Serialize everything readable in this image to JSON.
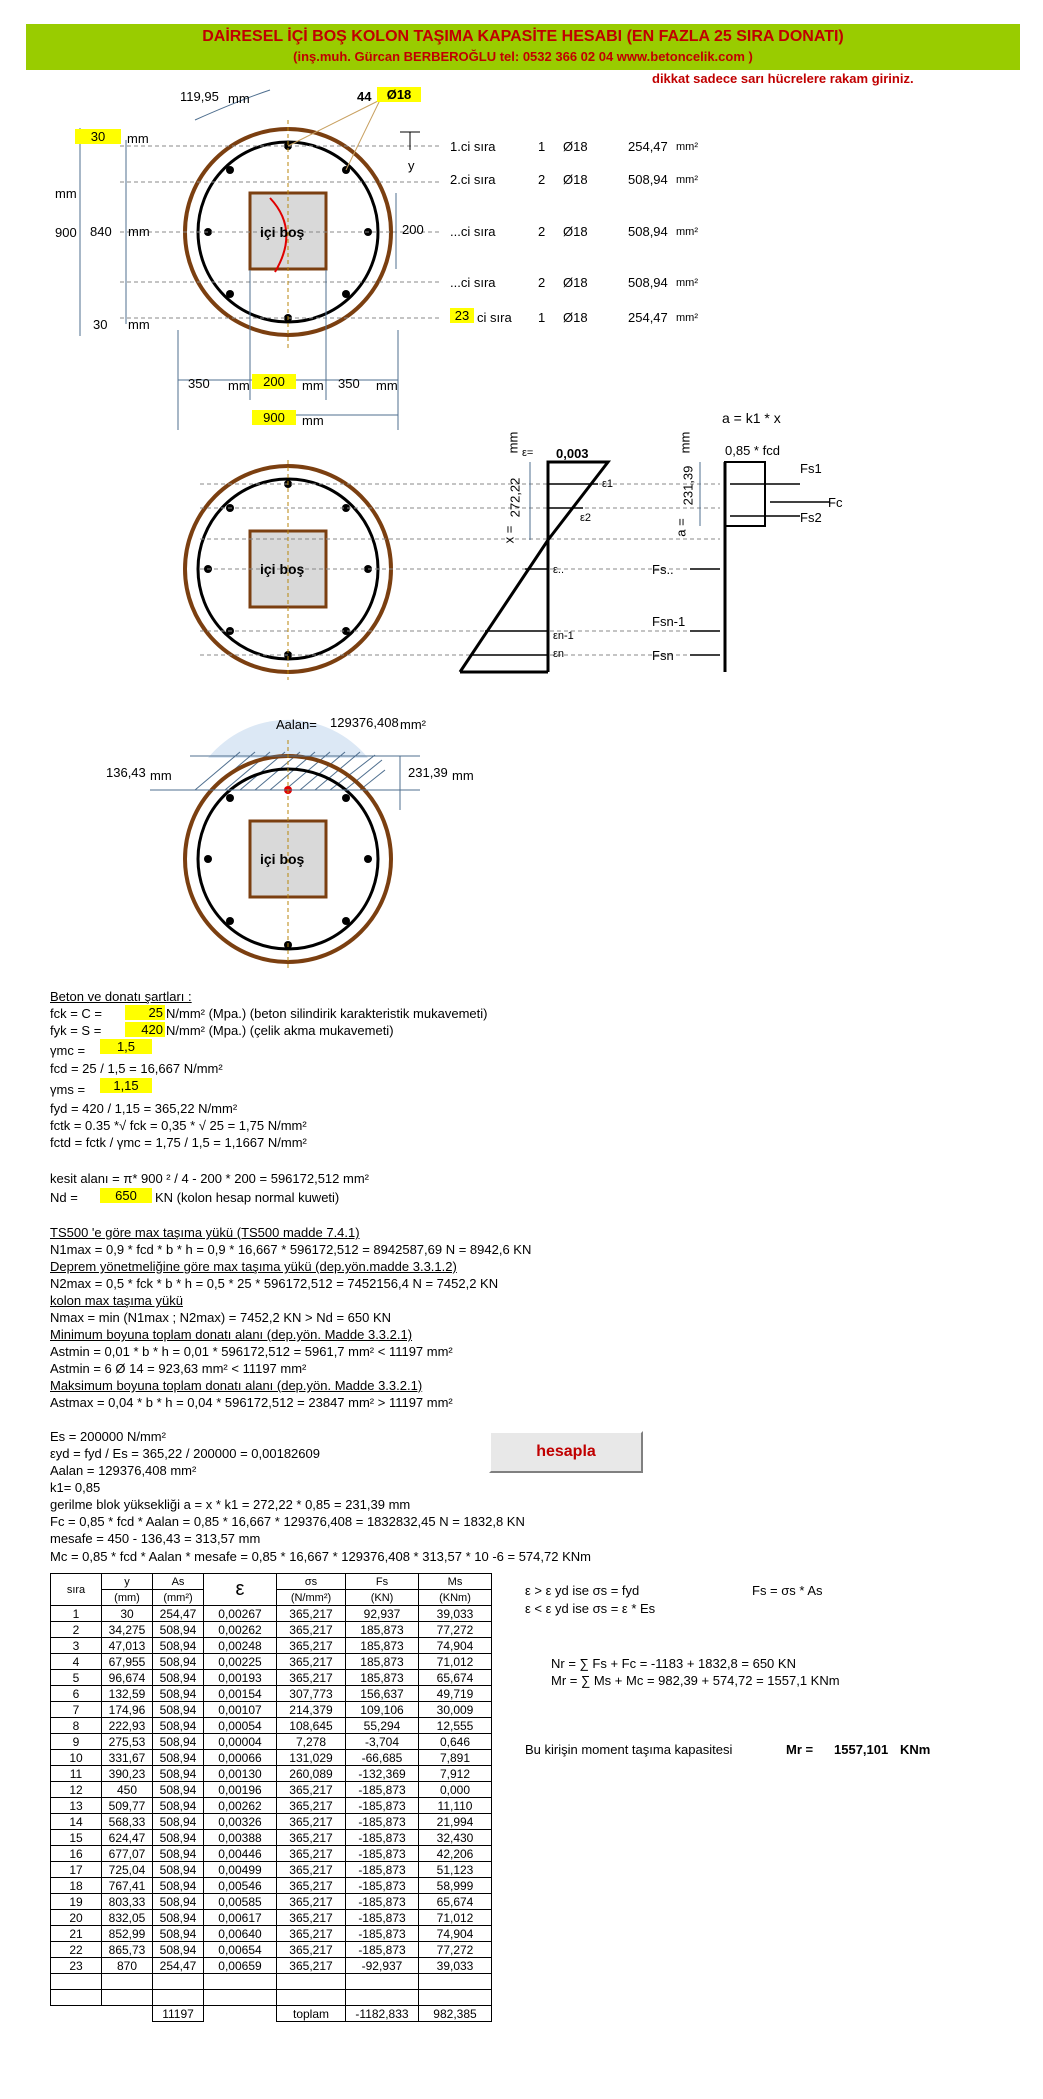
{
  "header": {
    "title": "DAİRESEL İÇİ BOŞ KOLON TAŞIMA KAPASİTE HESABI (EN FAZLA 25 SIRA DONATI)",
    "subtitle": "(inş.muh. Gürcan BERBEROĞLU tel: 0532 366 02 04    www.betoncelik.com )",
    "warning": "dikkat sadece sarı hücrelere rakam giriniz."
  },
  "drawing1": {
    "angle": "119,95",
    "angle_unit": "mm",
    "bars_count": "44",
    "bar_dia": "Ø18",
    "cover_top": "30",
    "cover_bottom": "30",
    "inner": "840",
    "total": "900",
    "unit": "mm",
    "hole_h": "200",
    "hole_label": "içi boş",
    "y_label": "y",
    "bottom_left": "350",
    "bottom_mid": "200",
    "bottom_right": "350",
    "bottom_total": "900",
    "rows": [
      {
        "label": "1.ci sıra",
        "n": "1",
        "dia": "Ø18",
        "area": "254,47",
        "unit": "mm²"
      },
      {
        "label": "2.ci sıra",
        "n": "2",
        "dia": "Ø18",
        "area": "508,94",
        "unit": "mm²"
      },
      {
        "label": "...ci sıra",
        "n": "2",
        "dia": "Ø18",
        "area": "508,94",
        "unit": "mm²"
      },
      {
        "label": "...ci sıra",
        "n": "2",
        "dia": "Ø18",
        "area": "508,94",
        "unit": "mm²"
      },
      {
        "label": "ci sıra",
        "prefix": "23",
        "n": "1",
        "dia": "Ø18",
        "area": "254,47",
        "unit": "mm²"
      }
    ]
  },
  "drawing2": {
    "formula": "a = k1 * x",
    "fcd_label": "0,85 * fcd",
    "eps_label": "ε=",
    "eps_val": "0,003",
    "x_val": "272,22",
    "a_val": "231,39",
    "x_label": "x =",
    "a_label": "a =",
    "mm": "mm",
    "e1": "ε1",
    "e2": "ε2",
    "edots": "ε..",
    "en1": "εn-1",
    "en": "εn",
    "fs1": "Fs1",
    "fc": "Fc",
    "fs2": "Fs2",
    "fsdots": "Fs..",
    "fsn1": "Fsn-1",
    "fsn": "Fsn",
    "hole_label": "içi boş"
  },
  "drawing3": {
    "area_label": "Aalan=",
    "area_val": "129376,408",
    "area_unit": "mm²",
    "left": "136,43",
    "right": "231,39",
    "mm": "mm",
    "hole_label": "içi boş"
  },
  "calc": [
    {
      "t": "Beton ve donatı şartları :",
      "u": true
    },
    {
      "t": "fck = C =",
      "y": "25",
      "r": "N/mm² (Mpa.) (beton silindirik karakteristik mukavemeti)"
    },
    {
      "t": "fyk = S =",
      "y": "420",
      "r": "N/mm² (Mpa.) (çelik akma mukavemeti)"
    },
    {
      "t": "γmc =",
      "y": "1,5",
      "r": ""
    },
    {
      "t": "fcd =       25   /       1,5       =     16,667   N/mm²"
    },
    {
      "t": "γms =",
      "y": "1,15",
      "r": ""
    },
    {
      "t": "fyd =         420      /       1,15      =    365,22   N/mm²"
    },
    {
      "t": "fctk = 0.35 *√ fck =       0,35     * √   25     =     1,75     N/mm²"
    },
    {
      "t": "fctd = fctk / γmc =            1,75      /         1,5        =   1,1667   N/mm²"
    },
    {
      "t": ""
    },
    {
      "t": "kesit alanı =   π*    900     ² /      4   -     200      *       200      =    596172,512  mm²"
    },
    {
      "t": "Nd =",
      "y": "650",
      "r": "KN          (kolon hesap normal kuweti)"
    },
    {
      "t": ""
    },
    {
      "t": "TS500 'e göre max taşıma yükü (TS500 madde 7.4.1)",
      "u": true
    },
    {
      "t": "N1max = 0,9 * fcd *  b * h =        0,9      *    16,667    *    596172,512    =    8942587,69   N      =    8942,6   KN"
    },
    {
      "t": "Deprem yönetmeliğine göre max taşıma yükü (dep.yön.madde 3.3.1.2)",
      "u": true
    },
    {
      "t": "N2max = 0,5 * fck *  b * h =        0,5      *       25       *    596172,512    =    7452156,4    N      =    7452,2   KN"
    },
    {
      "t": "kolon max taşıma yükü",
      "u": true
    },
    {
      "t": "Nmax = min (N1max ; N2max) =     7452,2   KN     >      Nd =        650      KN"
    },
    {
      "t": "Minimum boyuna toplam donatı alanı (dep.yön. Madde 3.3.2.1)",
      "u": true
    },
    {
      "t": "Astmin = 0,01 * b * h =         0,01       *    596172,512  =     5961,7   mm²      <      11197   mm²"
    },
    {
      "t": "Astmin = 6 Ø 14 =        923,63   mm²       <       11197   mm²"
    },
    {
      "t": "Maksimum boyuna toplam donatı alanı (dep.yön. Madde 3.3.2.1)",
      "u": true
    },
    {
      "t": "Astmax = 0,04 * b * h =         0,04      *    596172,512    =      23847    mm²      >      11197   mm²"
    },
    {
      "t": ""
    },
    {
      "t": "Es =             200000      N/mm²"
    },
    {
      "t": "εyd = fyd / Es =   365,22    /        200000        =    0,00182609"
    },
    {
      "t": "Aalan =  129376,408  mm²"
    },
    {
      "t": "k1=   0,85"
    },
    {
      "t": "gerilme blok yüksekliği    a = x * k1 =     272,22     *       0,85      =     231,39   mm"
    },
    {
      "t": "Fc = 0,85 * fcd * Aalan =     0,85      *     16,667     *    129376,408    =    1832832,45   N      =     1832,8   KN"
    },
    {
      "t": "mesafe =           450     -     136,43    =     313,57    mm"
    },
    {
      "t": "Mc = 0,85 * fcd * Aalan * mesafe =  0,85 *  16,667    *    129376,408     *    313,57  * 10 -6  =        574,72   KNm"
    }
  ],
  "button": {
    "label": "hesapla"
  },
  "table": {
    "headers": [
      "sıra",
      "y",
      "As",
      "ε",
      "σs",
      "Fs",
      "Ms"
    ],
    "units": [
      "",
      "(mm)",
      "(mm²)",
      "",
      "(N/mm²)",
      "(KN)",
      "(KNm)"
    ],
    "rows": [
      [
        "1",
        "30",
        "254,47",
        "0,00267",
        "365,217",
        "92,937",
        "39,033"
      ],
      [
        "2",
        "34,275",
        "508,94",
        "0,00262",
        "365,217",
        "185,873",
        "77,272"
      ],
      [
        "3",
        "47,013",
        "508,94",
        "0,00248",
        "365,217",
        "185,873",
        "74,904"
      ],
      [
        "4",
        "67,955",
        "508,94",
        "0,00225",
        "365,217",
        "185,873",
        "71,012"
      ],
      [
        "5",
        "96,674",
        "508,94",
        "0,00193",
        "365,217",
        "185,873",
        "65,674"
      ],
      [
        "6",
        "132,59",
        "508,94",
        "0,00154",
        "307,773",
        "156,637",
        "49,719"
      ],
      [
        "7",
        "174,96",
        "508,94",
        "0,00107",
        "214,379",
        "109,106",
        "30,009"
      ],
      [
        "8",
        "222,93",
        "508,94",
        "0,00054",
        "108,645",
        "55,294",
        "12,555"
      ],
      [
        "9",
        "275,53",
        "508,94",
        "0,00004",
        "7,278",
        "-3,704",
        "0,646"
      ],
      [
        "10",
        "331,67",
        "508,94",
        "0,00066",
        "131,029",
        "-66,685",
        "7,891"
      ],
      [
        "11",
        "390,23",
        "508,94",
        "0,00130",
        "260,089",
        "-132,369",
        "7,912"
      ],
      [
        "12",
        "450",
        "508,94",
        "0,00196",
        "365,217",
        "-185,873",
        "0,000"
      ],
      [
        "13",
        "509,77",
        "508,94",
        "0,00262",
        "365,217",
        "-185,873",
        "11,110"
      ],
      [
        "14",
        "568,33",
        "508,94",
        "0,00326",
        "365,217",
        "-185,873",
        "21,994"
      ],
      [
        "15",
        "624,47",
        "508,94",
        "0,00388",
        "365,217",
        "-185,873",
        "32,430"
      ],
      [
        "16",
        "677,07",
        "508,94",
        "0,00446",
        "365,217",
        "-185,873",
        "42,206"
      ],
      [
        "17",
        "725,04",
        "508,94",
        "0,00499",
        "365,217",
        "-185,873",
        "51,123"
      ],
      [
        "18",
        "767,41",
        "508,94",
        "0,00546",
        "365,217",
        "-185,873",
        "58,999"
      ],
      [
        "19",
        "803,33",
        "508,94",
        "0,00585",
        "365,217",
        "-185,873",
        "65,674"
      ],
      [
        "20",
        "832,05",
        "508,94",
        "0,00617",
        "365,217",
        "-185,873",
        "71,012"
      ],
      [
        "21",
        "852,99",
        "508,94",
        "0,00640",
        "365,217",
        "-185,873",
        "74,904"
      ],
      [
        "22",
        "865,73",
        "508,94",
        "0,00654",
        "365,217",
        "-185,873",
        "77,272"
      ],
      [
        "23",
        "870",
        "254,47",
        "0,00659",
        "365,217",
        "-92,937",
        "39,033"
      ],
      [
        "",
        "",
        "",
        "",
        "",
        "",
        ""
      ],
      [
        "",
        "",
        "",
        "",
        "",
        "",
        ""
      ]
    ],
    "totals": [
      "",
      "",
      "11197",
      "",
      "toplam",
      "-1182,833",
      "982,385"
    ]
  },
  "right": {
    "rule1": "ε  >  ε yd    ise    σs = fyd",
    "rule1b": "Fs = σs * As",
    "rule2": "ε  <  ε yd    ise    σs = ε * Es",
    "nr": "Nr = ∑ Fs + Fc =          -1183     +    1832,8    =       650      KN",
    "mr": "Mr = ∑ Ms + Mc =       982,39     +    574,72    =    1557,1   KNm",
    "result_label": "Bu kirişin moment taşıma kapasitesi",
    "mr_label": "Mr =",
    "mr_val": "1557,101",
    "mr_unit": "KNm"
  }
}
